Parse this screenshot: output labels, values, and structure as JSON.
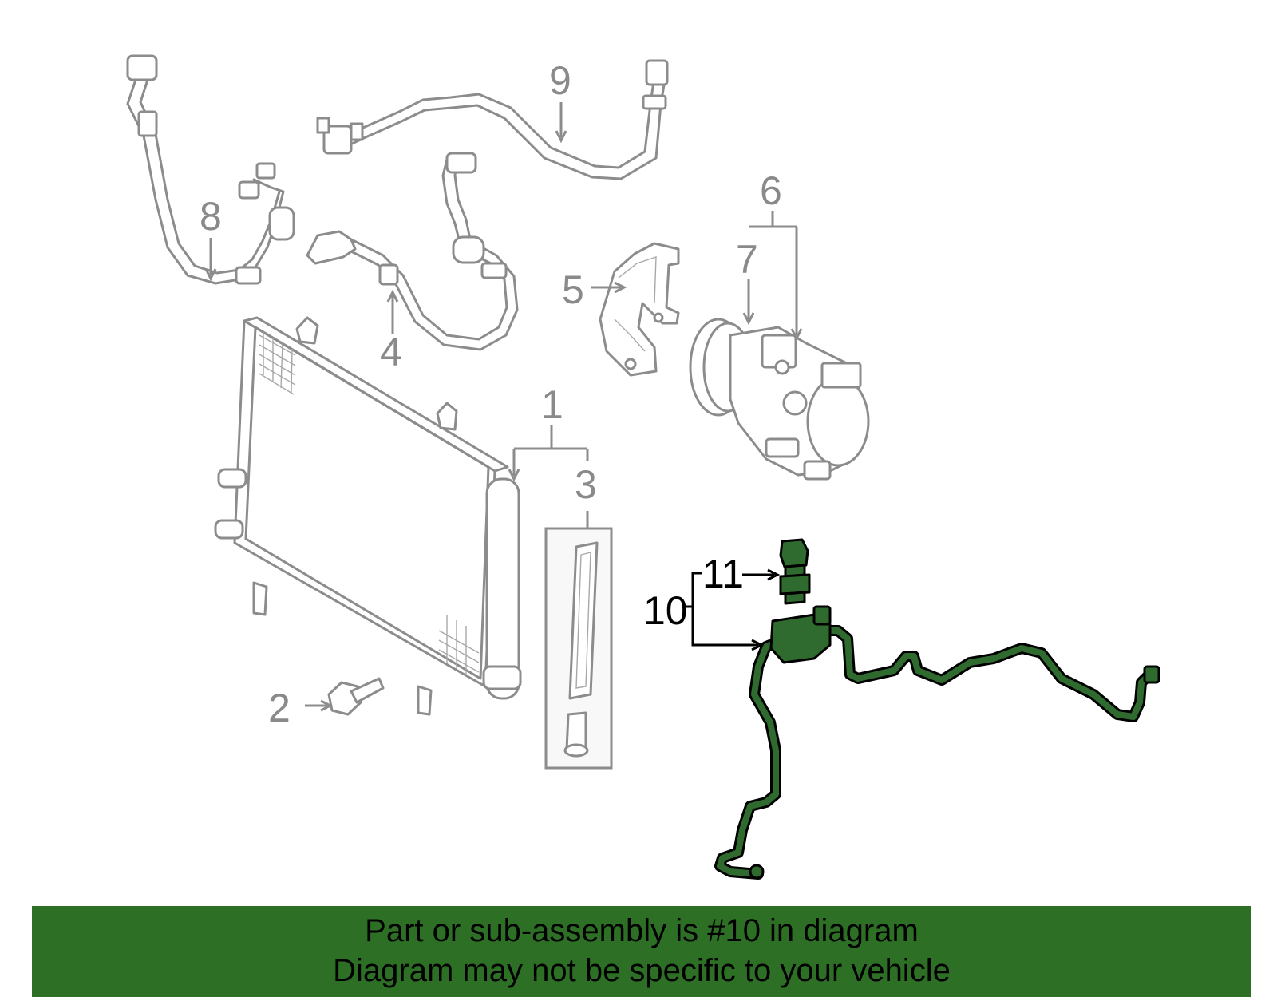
{
  "callouts": {
    "c1": "1",
    "c2": "2",
    "c3": "3",
    "c4": "4",
    "c5": "5",
    "c6": "6",
    "c7": "7",
    "c8": "8",
    "c9": "9",
    "c10": "10",
    "c11": "11"
  },
  "banner": {
    "line1": "Part or sub-assembly is #10 in diagram",
    "line2": "Diagram may not be specific to your vehicle"
  },
  "colors": {
    "highlight_part": "#2f6b2f",
    "banner": "#2e6f26",
    "line_art": "#8c8c8c"
  }
}
